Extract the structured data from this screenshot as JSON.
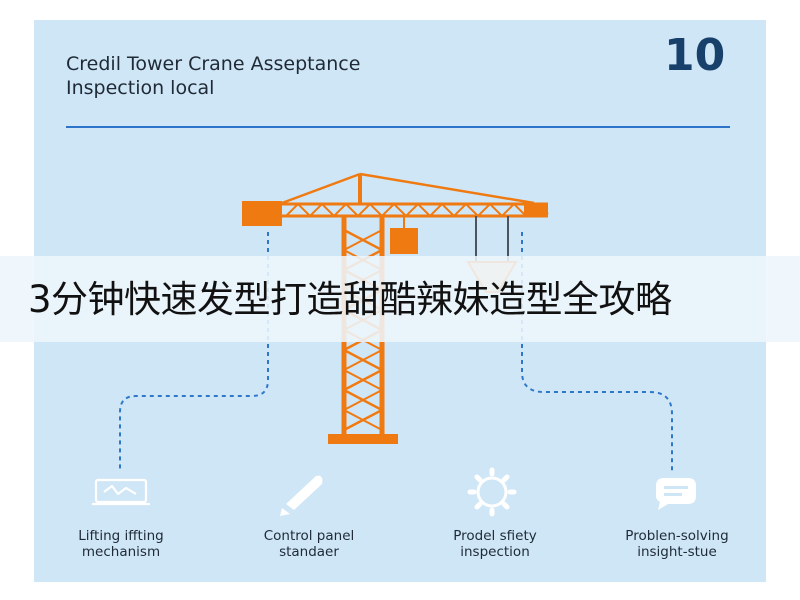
{
  "header": {
    "title_line1": "Credil Tower Crane Asseptance",
    "title_line2": "Inspection local",
    "number": "10"
  },
  "banner": {
    "text": "3分钟快速发型打造甜酷辣妹造型全攻略"
  },
  "steps": [
    {
      "line1": "Lifting iffting",
      "line2": "mechanism",
      "icon": "laptop-icon"
    },
    {
      "line1": "Control panel",
      "line2": "standaer",
      "icon": "rocket-icon"
    },
    {
      "line1": "Prodel sfiety",
      "line2": "inspection",
      "icon": "gear-icon"
    },
    {
      "line1": "Problen-solving",
      "line2": "insight-stue",
      "icon": "chat-bubble-icon"
    }
  ],
  "colors": {
    "panel": "#cfe6f6",
    "crane": "#f07a12",
    "connector": "#2f78c9",
    "icon": "#ffffff",
    "rule": "#2d73c9",
    "number": "#17406b"
  }
}
